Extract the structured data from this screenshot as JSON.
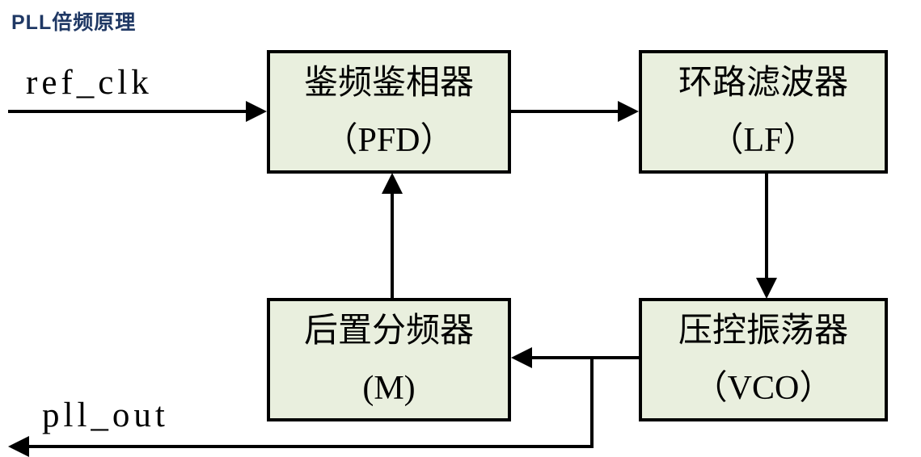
{
  "title": "PLL倍频原理",
  "labels": {
    "input": "ref_clk",
    "output": "pll_out"
  },
  "blocks": {
    "pfd": {
      "line1": "鉴频鉴相器",
      "line2": "（PFD）"
    },
    "lf": {
      "line1": "环路滤波器",
      "line2": "（LF）"
    },
    "divider": {
      "line1": "后置分频器",
      "line2": "(M)"
    },
    "vco": {
      "line1": "压控振荡器",
      "line2": "（VCO）"
    }
  },
  "connections": [
    "ref_clk -> PFD",
    "PFD -> LF",
    "LF -> VCO",
    "VCO -> divider(M)",
    "divider(M) -> PFD",
    "VCO -> pll_out"
  ],
  "colors": {
    "background": "#ffffff",
    "block_fill": "#e9efde",
    "block_border": "#000000",
    "line": "#000000",
    "title_text": "#1f3864",
    "block_text": "#000000"
  }
}
